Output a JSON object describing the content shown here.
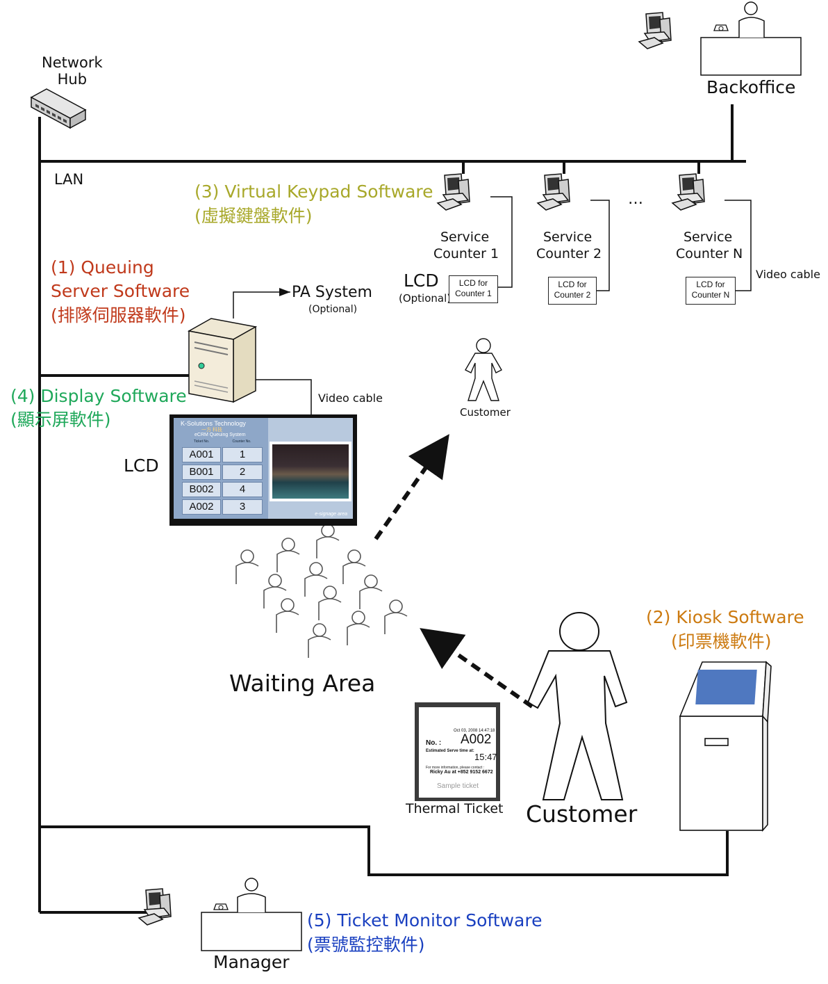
{
  "labels": {
    "network_hub": "Network\nHub",
    "lan": "LAN",
    "backoffice": "Backoffice",
    "pa_system": "PA System",
    "pa_optional": "(Optional)",
    "lcd_counter_label": "LCD",
    "lcd_counter_optional": "(Optional)",
    "video_cable_counters": "Video cable",
    "video_cable_lcd": "Video cable",
    "lcd_main": "LCD",
    "customer_small": "Customer",
    "customer_big": "Customer",
    "waiting_area": "Waiting Area",
    "thermal_ticket": "Thermal Ticket",
    "manager": "Manager",
    "ellipsis": "…"
  },
  "software": {
    "queuing_en_1": "(1) Queuing",
    "queuing_en_2": "Server Software",
    "queuing_zh": "(排隊伺服器軟件)",
    "kiosk_en": "(2) Kiosk Software",
    "kiosk_zh": "(印票機軟件)",
    "keypad_en": "(3) Virtual Keypad Software",
    "keypad_zh": "(虛擬鍵盤軟件)",
    "display_en": "(4) Display Software",
    "display_zh": "(顯示屏軟件)",
    "monitor_en": "(5) Ticket Monitor Software",
    "monitor_zh": "(票號監控軟件)"
  },
  "counters": [
    {
      "name_1": "Service",
      "name_2": "Counter 1",
      "lcd_1": "LCD for",
      "lcd_2": "Counter 1"
    },
    {
      "name_1": "Service",
      "name_2": "Counter 2",
      "lcd_1": "LCD for",
      "lcd_2": "Counter 2"
    },
    {
      "name_1": "Service",
      "name_2": "Counter N",
      "lcd_1": "LCD for",
      "lcd_2": "Counter N"
    }
  ],
  "lcd_screen": {
    "brand": "K-Solutions Technology",
    "brand_sub": "一方 科技",
    "system": "eCRM Queuing System",
    "col_ticket": "Ticket No.",
    "col_counter": "Counter No.",
    "rows": [
      {
        "ticket": "A001",
        "counter": "1"
      },
      {
        "ticket": "B001",
        "counter": "2"
      },
      {
        "ticket": "B002",
        "counter": "4"
      },
      {
        "ticket": "A002",
        "counter": "3"
      }
    ],
    "tagline": "e-signage area"
  },
  "ticket": {
    "date": "Oct 03, 2008 14:47:18",
    "no_label": "No. :",
    "number": "A002",
    "serve_label": "Estimated Serve time at:",
    "serve_time": "15:47",
    "info": "For more information, please contact :",
    "contact": "Ricky Au at +852 9152 6672",
    "sample": "Sample ticket"
  },
  "colors": {
    "queuing": "#c0391b",
    "kiosk": "#cc7a10",
    "keypad": "#a8a82a",
    "display": "#1fa85a",
    "monitor": "#1a40c0"
  }
}
